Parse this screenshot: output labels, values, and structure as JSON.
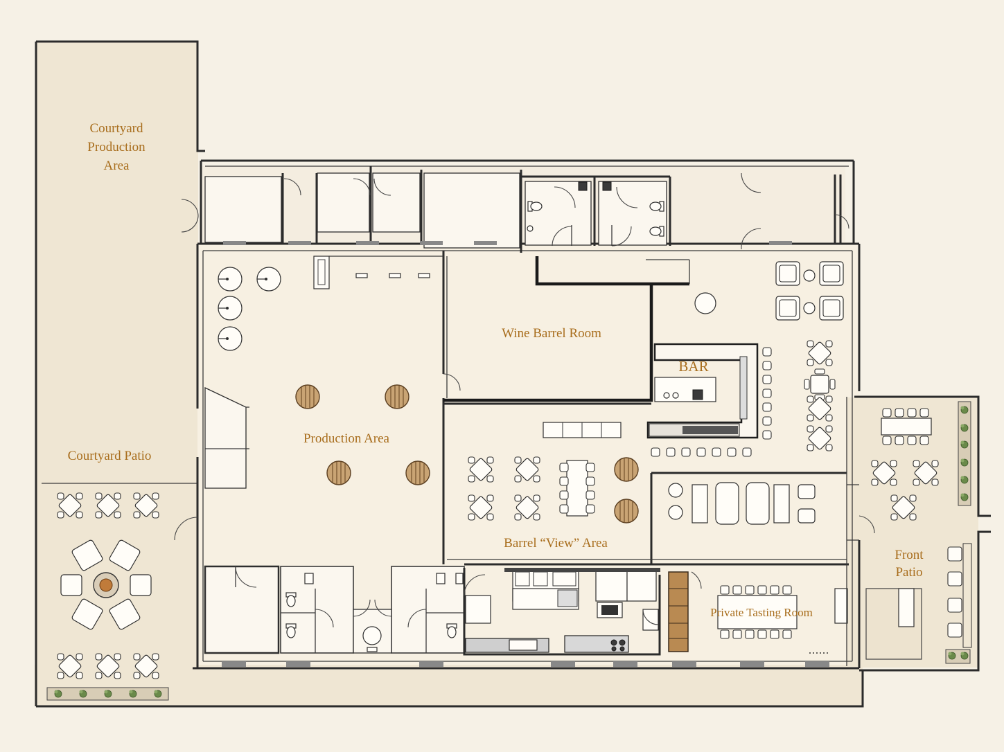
{
  "labels": {
    "courtyard_production": [
      "Courtyard",
      "Production",
      "Area"
    ],
    "courtyard_patio": "Courtyard Patio",
    "production_area": "Production Area",
    "wine_barrel_room": "Wine Barrel Room",
    "bar": "BAR",
    "barrel_view_area": "Barrel “View” Area",
    "private_tasting_room": "Private Tasting Room",
    "front_patio": [
      "Front",
      "Patio"
    ]
  },
  "colors": {
    "background": "#f6f1e6",
    "courtyard_fill": "#efe6d3",
    "interior_fill": "#f7f0e2",
    "label": "#a86d1c",
    "wall": "#2b2b2b",
    "barrel": "#c9a474",
    "planter": "#6a8a4a"
  }
}
